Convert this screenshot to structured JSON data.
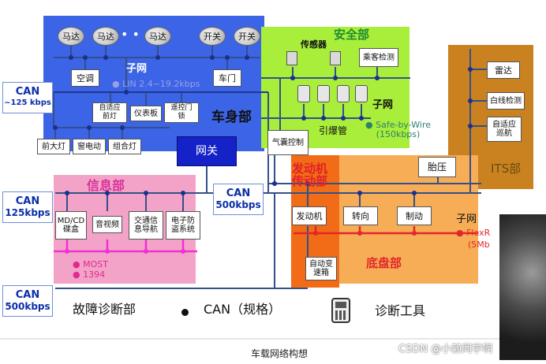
{
  "zones": {
    "body_dept": "车身部",
    "safety_dept": "安全部",
    "its_dept": "ITS部",
    "info_dept": "信息部",
    "engine_dept": "发动机\n传动部",
    "chassis_dept": "底盘部",
    "diag_dept": "故障诊断部"
  },
  "body": {
    "motors": [
      "马达",
      "马达",
      "马达"
    ],
    "dots": "• • •",
    "switches": [
      "开关",
      "开关"
    ],
    "ac": "空调",
    "door": "车门",
    "subnet": "子网",
    "lin": "LIN 2.4~19.2kbps",
    "headlight_adaptive": "自适应\n前灯",
    "dashboard": "仪表板",
    "remote_lock": "遥控门\n锁",
    "front_light": "前大灯",
    "window_motor": "窗电动",
    "combo_light": "组合灯"
  },
  "gateway": "网关",
  "safety": {
    "sensor": "传感器",
    "passenger": "乘客检测",
    "subnet": "子网",
    "detonator": "引爆管",
    "safe_by_wire": "Safe-by-Wire\n(150kbps)",
    "airbag": "气囊控制"
  },
  "its": {
    "radar": "雷达",
    "lane": "白线检测",
    "acc": "自适应\n巡航"
  },
  "info": {
    "md_cd": "MD/CD\n碟盒",
    "audio": "音视频",
    "nav": "交通信\n息导航",
    "antitheft": "电子防\n盗系统",
    "most": "MOST",
    "ieee1394": "1394"
  },
  "engine": {
    "engine": "发动机",
    "auto_trans": "自动变\n速箱"
  },
  "chassis": {
    "tire": "胎压",
    "steering": "转向",
    "brake": "制动",
    "subnet": "子网",
    "flexray": "FlexR",
    "flexray_speed": "(5Mb"
  },
  "can_labels": [
    {
      "line1": "CAN",
      "line2": "~125 kbps"
    },
    {
      "line1": "CAN",
      "line2": "125kbps"
    },
    {
      "line1": "CAN",
      "line2": "500kbps"
    },
    {
      "line1": "CAN",
      "line2": "500kbps"
    }
  ],
  "legend": {
    "can_spec": "CAN（规格）",
    "diag_tool": "诊断工具"
  },
  "caption": "车载网络构想",
  "watermark": "CSDN @小赖同学啊",
  "colors": {
    "body_zone": "#3c64e6",
    "safety_zone": "#a8ee3a",
    "its_zone": "#c9821f",
    "info_zone": "#f3a3c8",
    "engine_zone": "#f26b16",
    "chassis_zone": "#f7ad55",
    "gateway": "#1422c8",
    "bus_line": "#34508a",
    "most_line": "#f22fd5",
    "chassis_red": "#e2262a"
  }
}
